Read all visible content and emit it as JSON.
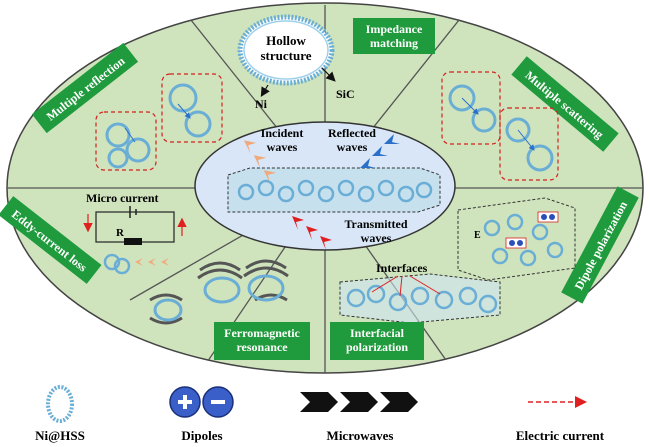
{
  "center": {
    "incident": "Incident\nwaves",
    "reflected": "Reflected\nwaves",
    "transmitted": "Transmitted\nwaves"
  },
  "top": {
    "hollow": "Hollow\nstructure",
    "ni": "Ni",
    "sic": "SiC",
    "impedance": "Impedance\nmatching"
  },
  "left": {
    "multiple_reflection": "Multiple reflection",
    "micro_current": "Micro current",
    "resistor": "R",
    "eddy": "Eddy-current loss"
  },
  "right": {
    "multiple_scattering": "Multiple scattering",
    "dipole_polarization": "Dipole polarization",
    "field": "E"
  },
  "bottom": {
    "ferromagnetic": "Ferromagnetic\nresonance",
    "interfaces": "Interfaces",
    "interfacial": "Interfacial\npolarization"
  },
  "legend": {
    "ni_hss": "Ni@HSS",
    "dipoles": "Dipoles",
    "microwaves": "Microwaves",
    "electric_current": "Electric current"
  },
  "colors": {
    "sector_fill": "#cfe4bd",
    "label_box": "#1f9a3c",
    "center_fill": "#d8e6f7",
    "sphere": "#7fb8d8",
    "arrow_incident": "#f2a87a",
    "arrow_reflected": "#2a6fc9",
    "arrow_transmitted": "#e02020"
  }
}
